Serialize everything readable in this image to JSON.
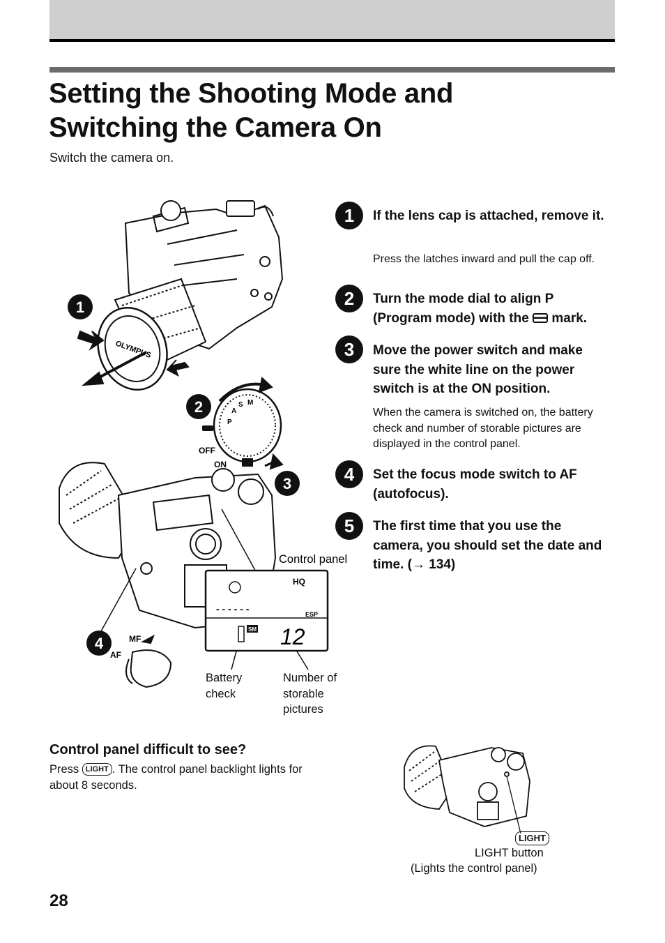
{
  "title": "Setting the Shooting Mode and Switching the Camera On",
  "intro": "Switch the camera on.",
  "steps": [
    {
      "num": "1",
      "title": "If the lens cap is attached, remove it.",
      "body": "Press the latches inward and pull the cap off."
    },
    {
      "num": "2",
      "title_pre": "Turn the mode dial to align ",
      "mode_letter": "P",
      "title_mid": " (Program mode) with the ",
      "title_post": " mark.",
      "icon": "mode-mark-icon"
    },
    {
      "num": "3",
      "title": "Move the power switch and make sure the white line on the power switch is at the ON position.",
      "body": "When the camera is switched on, the battery check and number of storable pictures are displayed in the control panel."
    },
    {
      "num": "4",
      "title": "Set the focus mode switch to AF (autofocus)."
    },
    {
      "num": "5",
      "title_pre": "The first time that you use the camera, you should set the date and time. (",
      "arrow": "→",
      "ref": " 134)"
    }
  ],
  "illustration": {
    "brand": "OLYMPUS",
    "dial_letters": [
      "M",
      "S",
      "A",
      "P"
    ],
    "off_label": "OFF",
    "on_label": "ON",
    "mf_label": "MF",
    "af_label": "AF",
    "control_panel_label": "Control panel",
    "panel_hq": "HQ",
    "panel_esp": "ESP",
    "panel_sm": "SM",
    "panel_count": "12",
    "panel_dashes": "- - - -   - -",
    "battery_check_label": [
      "Battery",
      "check"
    ],
    "storable_label": [
      "Number of",
      "storable",
      "pictures"
    ]
  },
  "tip": {
    "title": "Control panel difficult to see?",
    "press": "Press ",
    "light_key": "LIGHT",
    "text": ". The control panel backlight lights for about 8 seconds."
  },
  "light_button": {
    "key": "LIGHT",
    "label": "LIGHT button",
    "caption": "(Lights the control panel)"
  },
  "page_number": "28"
}
